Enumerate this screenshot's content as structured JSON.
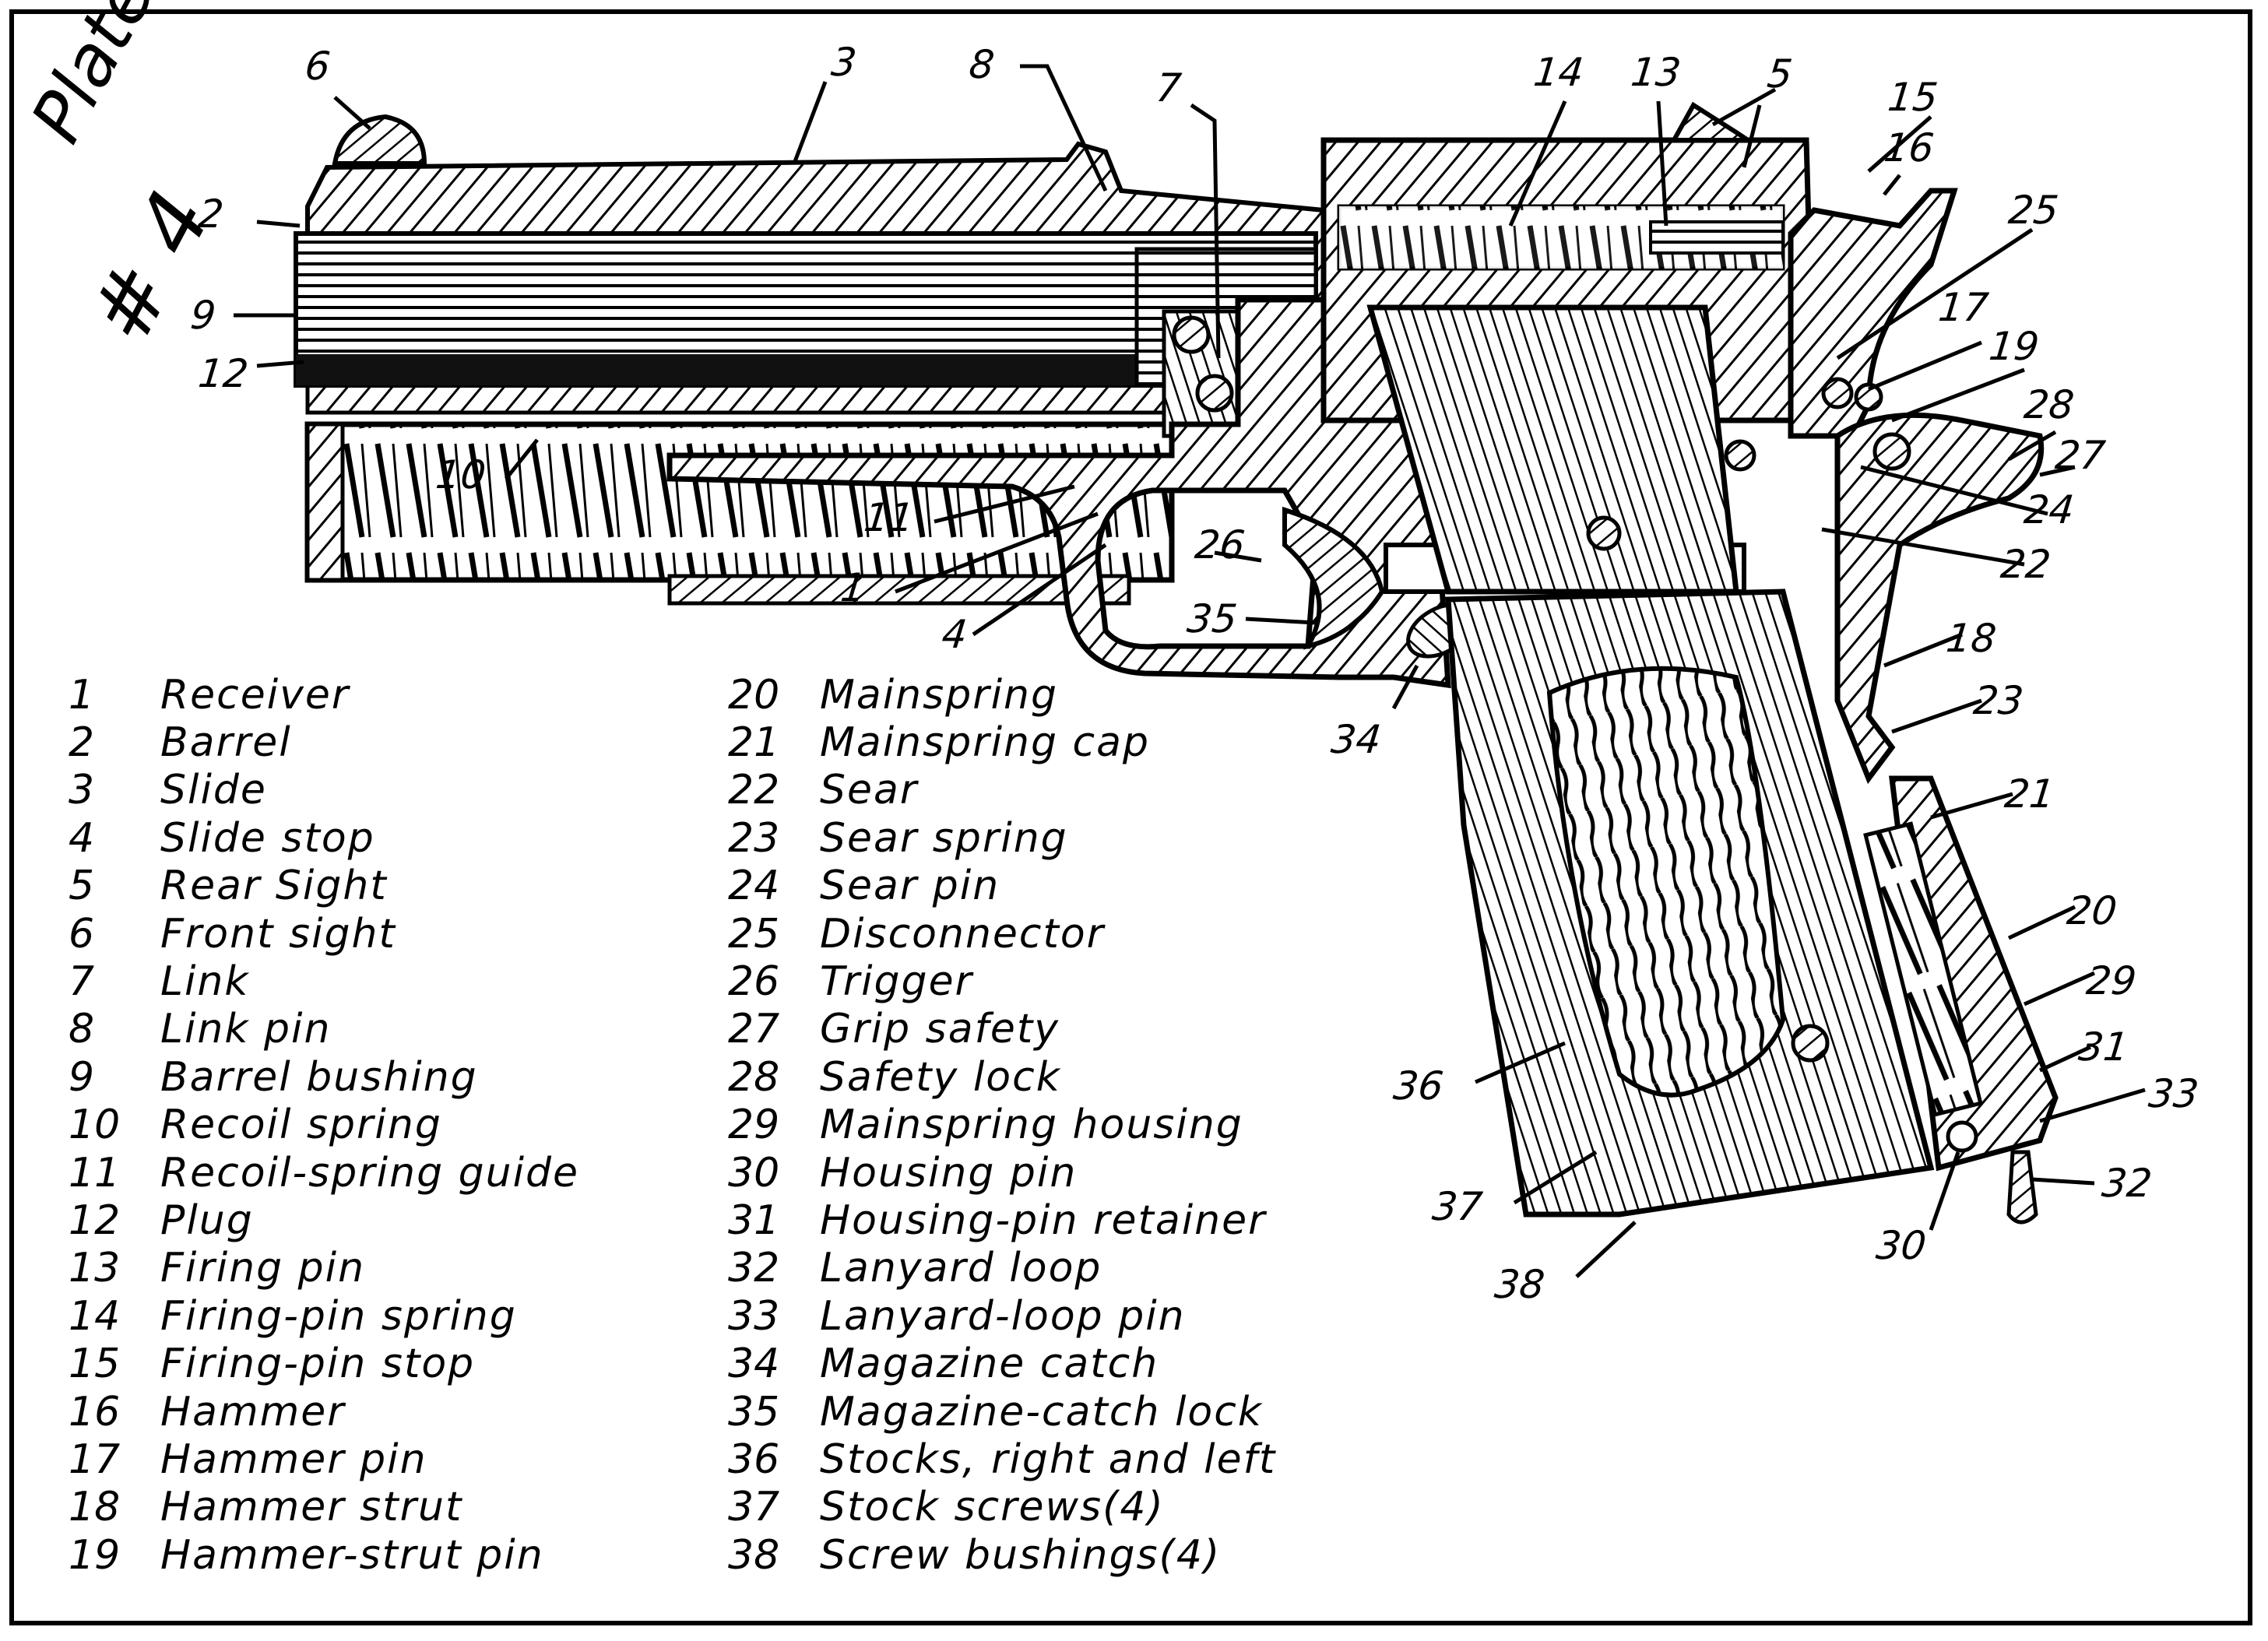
{
  "plate": {
    "title": "Plate",
    "number": "# 4"
  },
  "callouts": [
    {
      "id": "1"
    },
    {
      "id": "2"
    },
    {
      "id": "3"
    },
    {
      "id": "4"
    },
    {
      "id": "5"
    },
    {
      "id": "6"
    },
    {
      "id": "7"
    },
    {
      "id": "8"
    },
    {
      "id": "9"
    },
    {
      "id": "10"
    },
    {
      "id": "11"
    },
    {
      "id": "12"
    },
    {
      "id": "13"
    },
    {
      "id": "14"
    },
    {
      "id": "15"
    },
    {
      "id": "16"
    },
    {
      "id": "17"
    },
    {
      "id": "18"
    },
    {
      "id": "19"
    },
    {
      "id": "20"
    },
    {
      "id": "21"
    },
    {
      "id": "22"
    },
    {
      "id": "23"
    },
    {
      "id": "24"
    },
    {
      "id": "25"
    },
    {
      "id": "26"
    },
    {
      "id": "27"
    },
    {
      "id": "28"
    },
    {
      "id": "29"
    },
    {
      "id": "30"
    },
    {
      "id": "31"
    },
    {
      "id": "32"
    },
    {
      "id": "33"
    },
    {
      "id": "34"
    },
    {
      "id": "35"
    },
    {
      "id": "36"
    },
    {
      "id": "37"
    },
    {
      "id": "38"
    }
  ],
  "legend": {
    "column1": [
      {
        "num": "1",
        "label": "Receiver"
      },
      {
        "num": "2",
        "label": "Barrel"
      },
      {
        "num": "3",
        "label": "Slide"
      },
      {
        "num": "4",
        "label": "Slide stop"
      },
      {
        "num": "5",
        "label": "Rear Sight"
      },
      {
        "num": "6",
        "label": "Front sight"
      },
      {
        "num": "7",
        "label": "Link"
      },
      {
        "num": "8",
        "label": "Link pin"
      },
      {
        "num": "9",
        "label": "Barrel bushing"
      },
      {
        "num": "10",
        "label": "Recoil spring"
      },
      {
        "num": "11",
        "label": "Recoil-spring guide"
      },
      {
        "num": "12",
        "label": "Plug"
      },
      {
        "num": "13",
        "label": "Firing pin"
      },
      {
        "num": "14",
        "label": "Firing-pin spring"
      },
      {
        "num": "15",
        "label": "Firing-pin stop"
      },
      {
        "num": "16",
        "label": "Hammer"
      },
      {
        "num": "17",
        "label": "Hammer pin"
      },
      {
        "num": "18",
        "label": "Hammer strut"
      },
      {
        "num": "19",
        "label": "Hammer-strut pin"
      }
    ],
    "column2": [
      {
        "num": "20",
        "label": "Mainspring"
      },
      {
        "num": "21",
        "label": "Mainspring cap"
      },
      {
        "num": "22",
        "label": "Sear"
      },
      {
        "num": "23",
        "label": "Sear spring"
      },
      {
        "num": "24",
        "label": "Sear pin"
      },
      {
        "num": "25",
        "label": "Disconnector"
      },
      {
        "num": "26",
        "label": "Trigger"
      },
      {
        "num": "27",
        "label": "Grip safety"
      },
      {
        "num": "28",
        "label": "Safety lock"
      },
      {
        "num": "29",
        "label": "Mainspring housing"
      },
      {
        "num": "30",
        "label": "Housing pin"
      },
      {
        "num": "31",
        "label": "Housing-pin retainer"
      },
      {
        "num": "32",
        "label": "Lanyard loop"
      },
      {
        "num": "33",
        "label": "Lanyard-loop pin"
      },
      {
        "num": "34",
        "label": "Magazine catch"
      },
      {
        "num": "35",
        "label": "Magazine-catch lock"
      },
      {
        "num": "36",
        "label": "Stocks, right and left"
      },
      {
        "num": "37",
        "label": "Stock screws(4)"
      },
      {
        "num": "38",
        "label": "Screw bushings(4)"
      }
    ]
  },
  "colors": {
    "ink": "#000000",
    "paper": "#ffffff"
  }
}
